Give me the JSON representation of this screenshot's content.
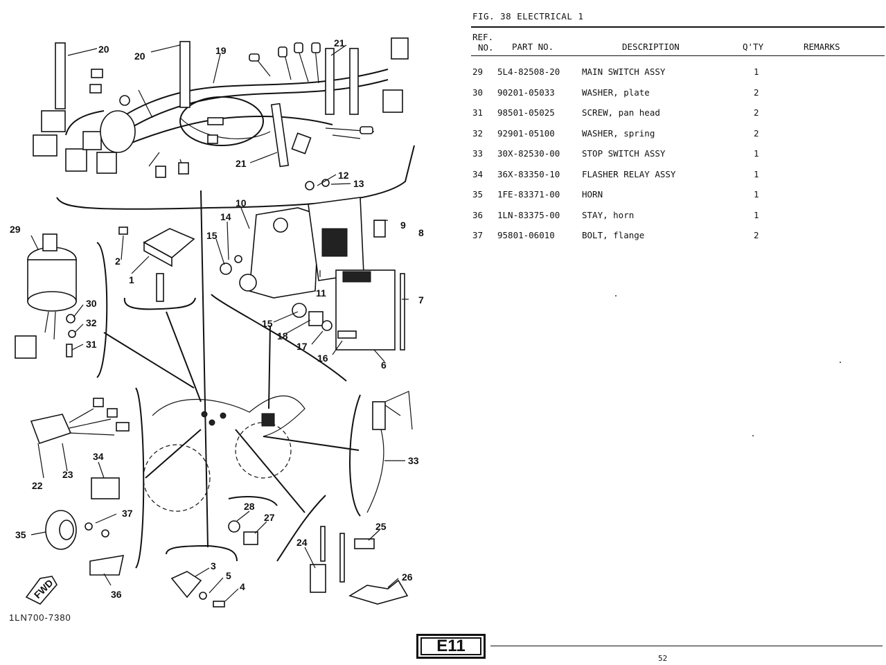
{
  "figure": {
    "title": "FIG. 38  ELECTRICAL 1",
    "drawing_code": "1LN700-7380",
    "section_badge": "E11",
    "page_number": "52",
    "fwd_label": "FWD"
  },
  "table": {
    "headers": {
      "ref_line1": "REF.",
      "ref_line2": "NO.",
      "part_no": "PART NO.",
      "description": "DESCRIPTION",
      "qty": "Q'TY",
      "remarks": "REMARKS"
    },
    "rows": [
      {
        "ref": "29",
        "part_no": "5L4-82508-20",
        "description": "MAIN SWITCH ASSY",
        "qty": "1"
      },
      {
        "ref": "30",
        "part_no": "90201-05033",
        "description": "WASHER, plate",
        "qty": "2"
      },
      {
        "ref": "31",
        "part_no": "98501-05025",
        "description": "SCREW, pan head",
        "qty": "2"
      },
      {
        "ref": "32",
        "part_no": "92901-05100",
        "description": "WASHER, spring",
        "qty": "2"
      },
      {
        "ref": "33",
        "part_no": "30X-82530-00",
        "description": "STOP SWITCH ASSY",
        "qty": "1"
      },
      {
        "ref": "34",
        "part_no": "36X-83350-10",
        "description": "FLASHER RELAY ASSY",
        "qty": "1"
      },
      {
        "ref": "35",
        "part_no": "1FE-83371-00",
        "description": "HORN",
        "qty": "1"
      },
      {
        "ref": "36",
        "part_no": "1LN-83375-00",
        "description": "STAY, horn",
        "qty": "1"
      },
      {
        "ref": "37",
        "part_no": "95801-06010",
        "description": "BOLT, flange",
        "qty": "2"
      }
    ]
  },
  "callouts": {
    "c1": "1",
    "c2": "2",
    "c3": "3",
    "c4": "4",
    "c5": "5",
    "c6": "6",
    "c7": "7",
    "c8": "8",
    "c9": "9",
    "c10": "10",
    "c11": "11",
    "c12": "12",
    "c13": "13",
    "c14": "14",
    "c15a": "15",
    "c15b": "15",
    "c16": "16",
    "c17": "17",
    "c18": "18",
    "c19": "19",
    "c20a": "20",
    "c20b": "20",
    "c21a": "21",
    "c21b": "21",
    "c22": "22",
    "c23": "23",
    "c24": "24",
    "c25": "25",
    "c26": "26",
    "c27": "27",
    "c28": "28",
    "c29": "29",
    "c30": "30",
    "c31": "31",
    "c32": "32",
    "c33": "33",
    "c34": "34",
    "c35": "35",
    "c36": "36",
    "c37": "37"
  }
}
